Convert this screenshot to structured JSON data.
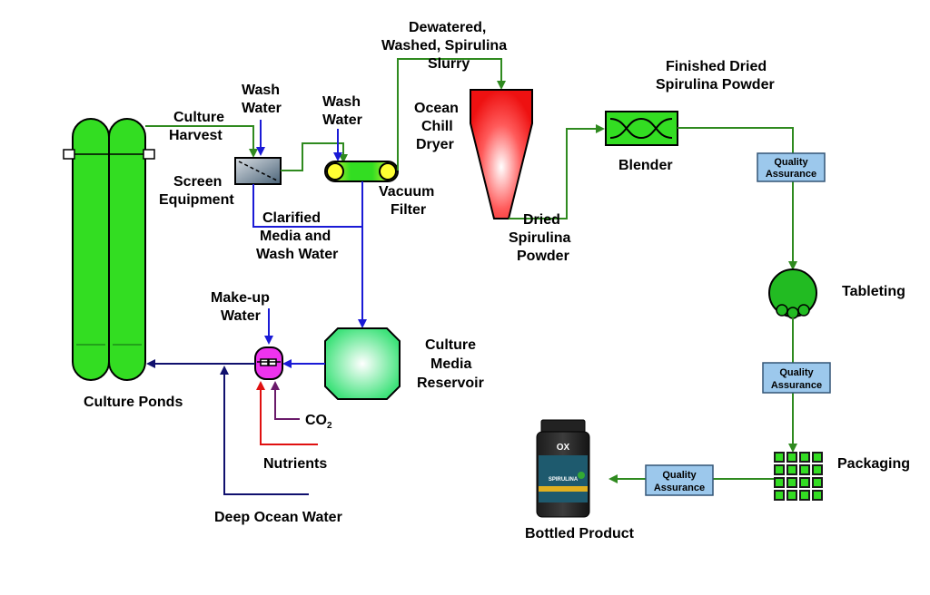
{
  "colors": {
    "green_flow": "#2f8a1f",
    "blue_flow": "#1a1ad6",
    "navy_flow": "#10106e",
    "red_flow": "#e01010",
    "purple_flow": "#6a1a6a",
    "pond_green": "#33dd22",
    "qa_fill": "#9cc8ec",
    "dryer_red": "#ee1111"
  },
  "labels": {
    "culture_harvest": [
      "Culture",
      "Harvest"
    ],
    "wash_water_1": [
      "Wash",
      "Water"
    ],
    "wash_water_2": [
      "Wash",
      "Water"
    ],
    "screen_equipment": [
      "Screen",
      "Equipment"
    ],
    "vacuum_filter": [
      "Vacuum",
      "Filter"
    ],
    "clarified_media": [
      "Clarified",
      "Media and",
      "Wash Water"
    ],
    "dewatered_slurry": [
      "Dewatered,",
      "Washed, Spirulina",
      "Slurry"
    ],
    "ocean_chill_dryer": [
      "Ocean",
      "Chill",
      "Dryer"
    ],
    "dried_powder": [
      "Dried",
      "Spirulina",
      "Powder"
    ],
    "finished_powder": [
      "Finished Dried",
      "Spirulina Powder"
    ],
    "blender": "Blender",
    "tableting": "Tableting",
    "packaging": "Packaging",
    "bottled_product": "Bottled Product",
    "culture_ponds": "Culture Ponds",
    "makeup_water": [
      "Make-up",
      "Water"
    ],
    "culture_media_reservoir": [
      "Culture",
      "Media",
      "Reservoir"
    ],
    "co2_main": "CO",
    "co2_sub": "2",
    "nutrients": "Nutrients",
    "deep_ocean_water": "Deep Ocean Water"
  },
  "quality_assurance": {
    "qa_1": [
      "Quality",
      "Assurance"
    ],
    "qa_2": [
      "Quality",
      "Assurance"
    ],
    "qa_3": [
      "Quality",
      "Assurance"
    ]
  },
  "bottle": {
    "brand": "OX",
    "product": "SPIRULINA"
  }
}
